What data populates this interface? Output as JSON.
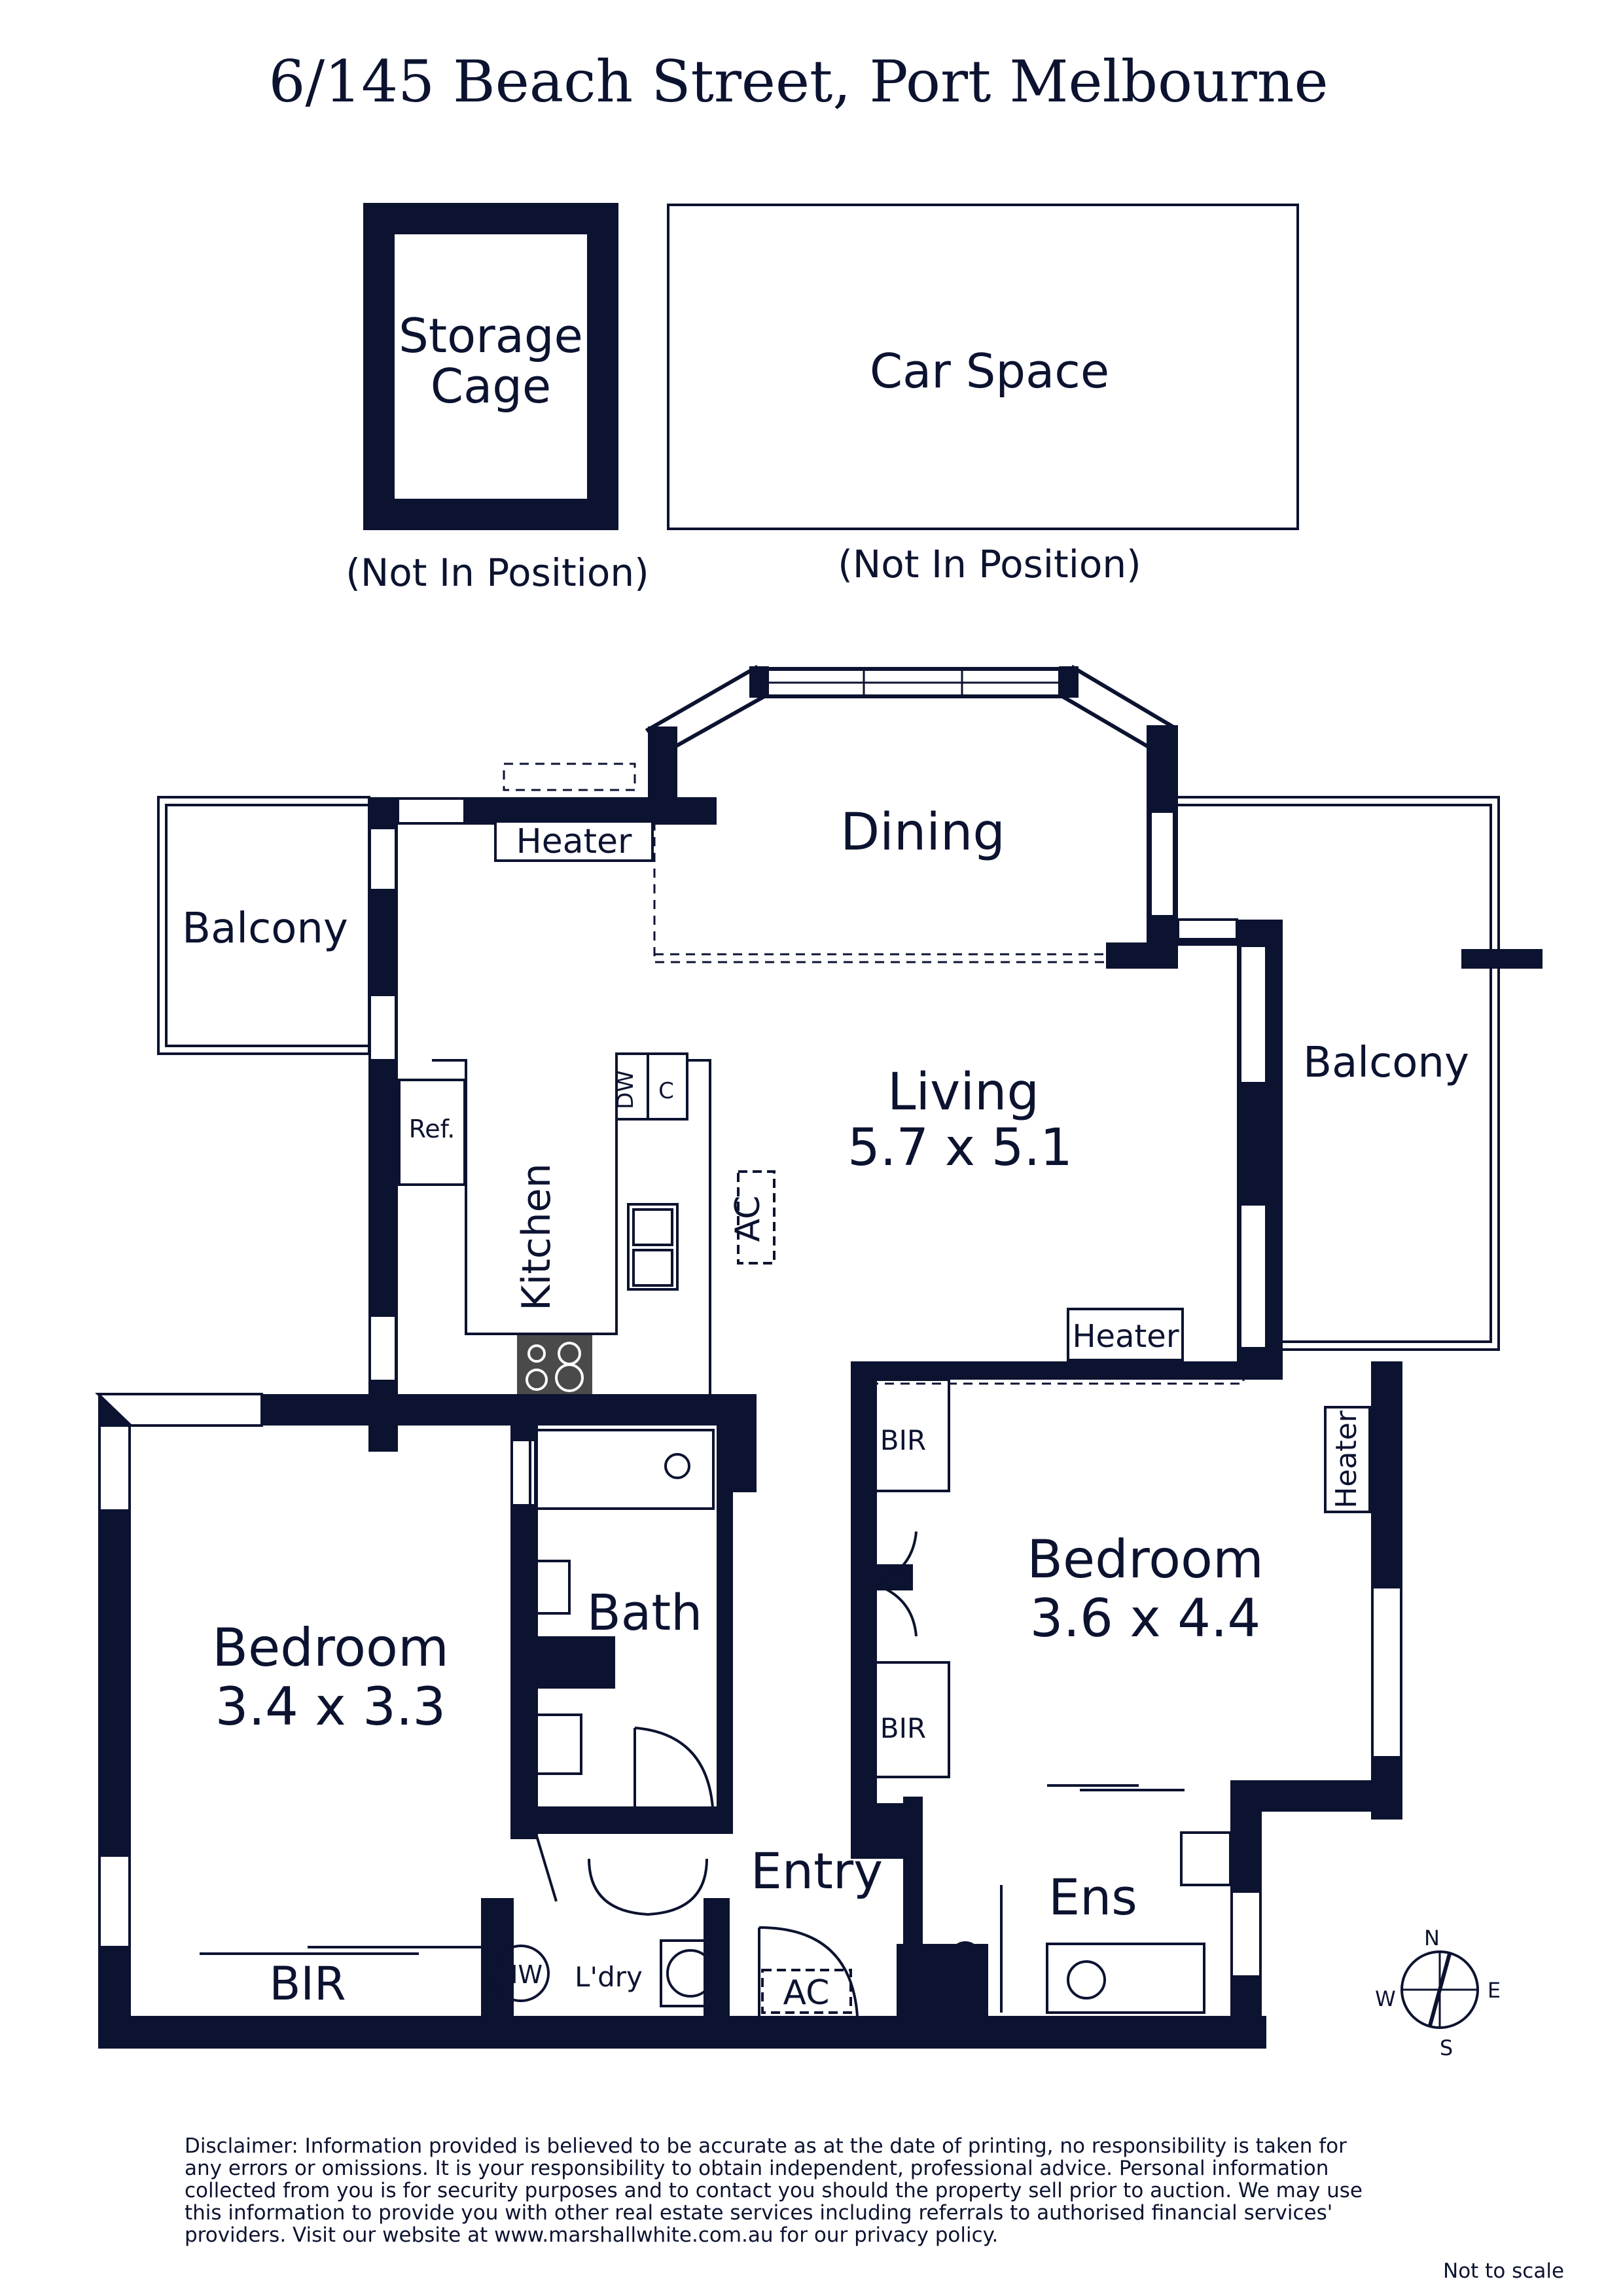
{
  "title": "6/145 Beach Street, Port Melbourne",
  "colors": {
    "wall": "#0c1330",
    "paper": "#ffffff"
  },
  "outbuildings": {
    "storage_line1": "Storage",
    "storage_line2": "Cage",
    "storage_note": "(Not In Position)",
    "car_space": "Car Space",
    "car_note": "(Not In Position)"
  },
  "rooms": {
    "dining": "Dining",
    "living_name": "Living",
    "living_dims": "5.7 x 5.1",
    "balcony_west": "Balcony",
    "balcony_east": "Balcony",
    "kitchen": "Kitchen",
    "ref": "Ref.",
    "dw": "DW",
    "c": "C",
    "ac_living": "AC",
    "heater_dining": "Heater",
    "heater_living": "Heater",
    "heater_bedroom": "Heater",
    "bedroom1_name": "Bedroom",
    "bedroom1_dims": "3.4 x 3.3",
    "bir1": "BIR",
    "bath": "Bath",
    "hw": "HW",
    "ldry": "L'dry",
    "entry": "Entry",
    "ac_entry": "AC",
    "bedroom2_name": "Bedroom",
    "bedroom2_dims": "3.6 x 4.4",
    "bir2a": "BIR",
    "bir2b": "BIR",
    "ens": "Ens"
  },
  "compass": {
    "n": "N",
    "e": "E",
    "s": "S",
    "w": "W",
    "icon": "compass-icon"
  },
  "disclaimer": "Disclaimer: Information provided is believed to be accurate as at the date of printing, no responsibility is taken for any errors or omissions. It is your responsibility to obtain independent, professional advice. Personal information collected from you is for security purposes and to contact you should the property sell prior to auction. We may use this information to provide you with other real estate services including referrals to authorised financial services' providers. Visit our website at www.marshallwhite.com.au for our privacy policy.",
  "scale_note": "Not to scale"
}
